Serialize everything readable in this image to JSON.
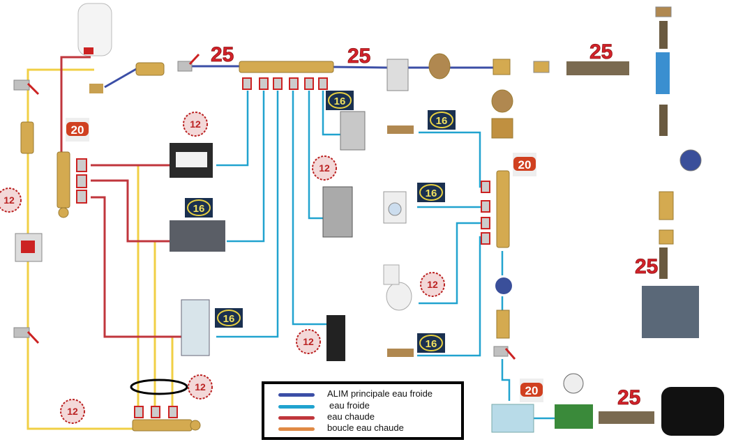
{
  "colors": {
    "main_cold": "#3b4ea6",
    "cold": "#21a3cf",
    "hot": "#c0363c",
    "loop": "#e08a45",
    "loop_drawn": "#f0cf45"
  },
  "diameters": {
    "d25": [
      "25",
      "25",
      "25",
      "25",
      "25"
    ],
    "d12": [
      "12",
      "12",
      "12",
      "12",
      "12",
      "12",
      "12"
    ],
    "d16": [
      "16",
      "16",
      "16",
      "16",
      "16",
      "16"
    ],
    "d20": [
      "20",
      "20",
      "20"
    ]
  },
  "legend": {
    "items": [
      {
        "label": "ALIM principale eau froide",
        "color": "#3b4ea6"
      },
      {
        "label": "eau froide",
        "color": "#21a3cf"
      },
      {
        "label": "eau chaude",
        "color": "#c0363c"
      },
      {
        "label": "boucle eau chaude",
        "color": "#e08a45"
      }
    ]
  }
}
